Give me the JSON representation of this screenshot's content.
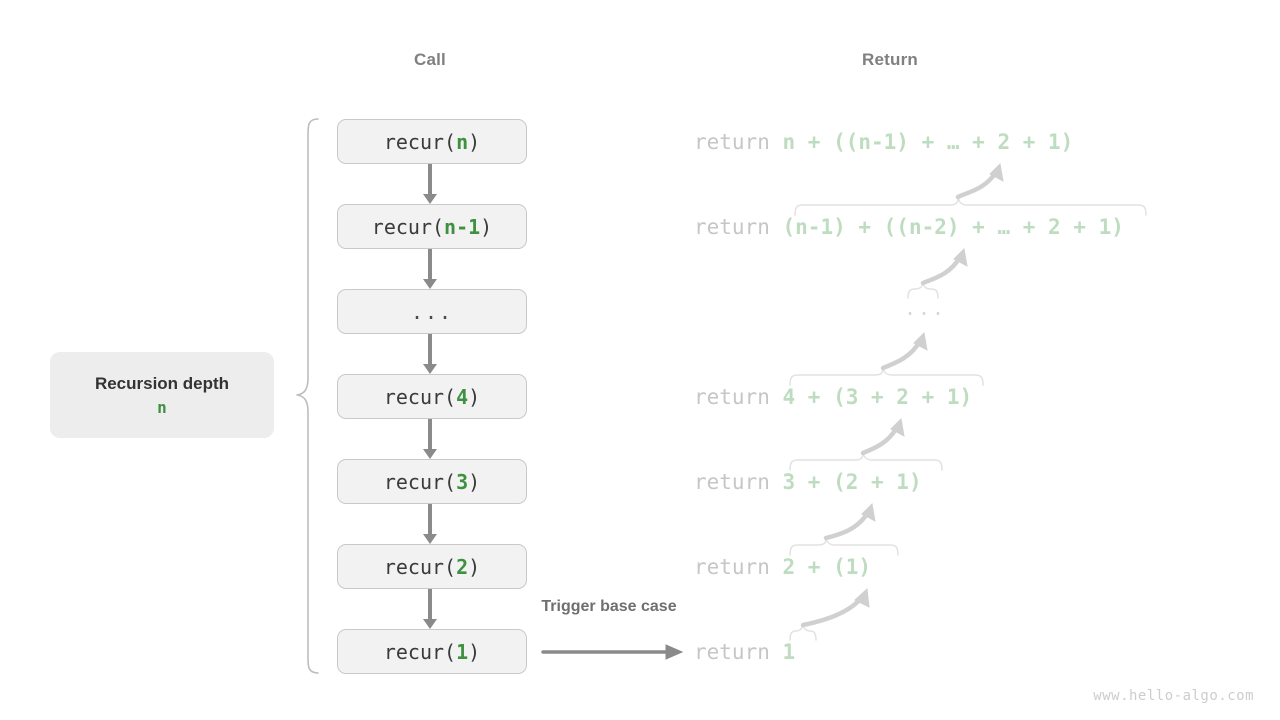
{
  "headers": {
    "call": "Call",
    "return": "Return"
  },
  "depth_badge": {
    "title": "Recursion depth",
    "value": "n"
  },
  "trigger": {
    "label": "Trigger base case"
  },
  "call_stack": [
    {
      "name": "recur-n",
      "prefix": "recur(",
      "arg": "n",
      "suffix": ")"
    },
    {
      "name": "recur-n-1",
      "prefix": "recur(",
      "arg": "n-1",
      "suffix": ")"
    },
    {
      "name": "ellipsis",
      "prefix": "",
      "arg": "",
      "suffix": "",
      "dots": "..."
    },
    {
      "name": "recur-4",
      "prefix": "recur(",
      "arg": "4",
      "suffix": ")"
    },
    {
      "name": "recur-3",
      "prefix": "recur(",
      "arg": "3",
      "suffix": ")"
    },
    {
      "name": "recur-2",
      "prefix": "recur(",
      "arg": "2",
      "suffix": ")"
    },
    {
      "name": "recur-1",
      "prefix": "recur(",
      "arg": "1",
      "suffix": ")"
    }
  ],
  "returns": [
    {
      "keyword": "return ",
      "expr": "n + ((n-1) + … + 2 + 1)"
    },
    {
      "keyword": "return ",
      "expr": "(n-1) + ((n-2) + … + 2 + 1)"
    },
    {
      "keyword": "",
      "expr": "..."
    },
    {
      "keyword": "return ",
      "expr": "4 + (3 + 2 + 1)"
    },
    {
      "keyword": "return ",
      "expr": "3 + (2 + 1)"
    },
    {
      "keyword": "return ",
      "expr": "2 + (1)"
    },
    {
      "keyword": "return ",
      "expr": "1"
    }
  ],
  "return_middle_dots": "...",
  "watermark": "www.hello-algo.com",
  "colors": {
    "accent_green": "#3f9142",
    "muted_green": "#bedcc0",
    "box_fill": "#f2f2f2",
    "box_border": "#c9c9c9",
    "arrow_gray": "#8a8a8a",
    "header_gray": "#808080",
    "keyword_gray": "#c6c6c6",
    "badge_fill": "#ededed",
    "watermark_gray": "#cdcdcd"
  }
}
